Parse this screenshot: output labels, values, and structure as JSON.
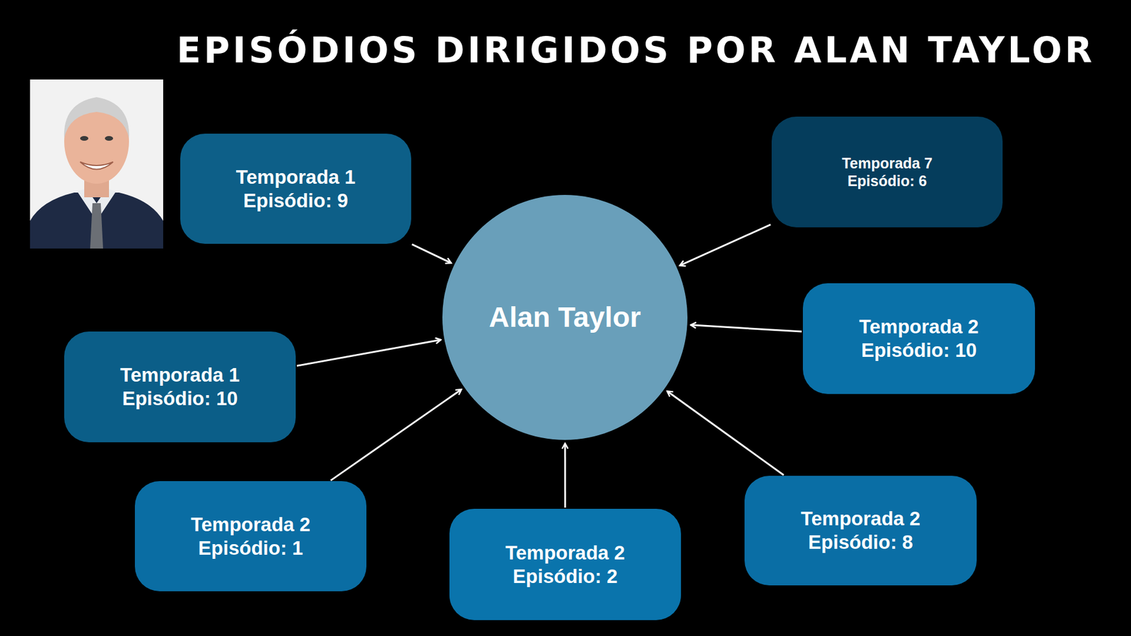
{
  "diagram": {
    "title": "EPISÓDIOS DIRIGIDOS POR ALAN TAYLOR",
    "nodes": [
      {
        "text": [
          "Temporada 1",
          "Episódio: 9"
        ]
      },
      {
        "text": [
          "Temporada 7",
          "Episódio: 6"
        ]
      },
      {
        "text": [
          "Alan Taylor"
        ]
      },
      {
        "text": [
          "Temporada 1",
          "Episódio: 10"
        ]
      },
      {
        "text": [
          "Temporada 2",
          "Episódio: 10"
        ]
      },
      {
        "text": [
          "Temporada 2",
          "Episódio: 1"
        ]
      },
      {
        "text": [
          "Temporada 2",
          "Episódio: 8"
        ]
      },
      {
        "text": [
          "Temporada 2",
          "Episódio: 2"
        ]
      }
    ],
    "edges": [
      {
        "from": 0,
        "to": 2,
        "arrow": "to"
      },
      {
        "from": 1,
        "to": 2,
        "arrow": "to"
      },
      {
        "from": 3,
        "to": 2,
        "arrow": "to"
      },
      {
        "from": 4,
        "to": 2,
        "arrow": "to"
      },
      {
        "from": 5,
        "to": 2,
        "arrow": "to"
      },
      {
        "from": 6,
        "to": 2,
        "arrow": "to"
      },
      {
        "from": 7,
        "to": 2,
        "arrow": "to"
      }
    ]
  }
}
